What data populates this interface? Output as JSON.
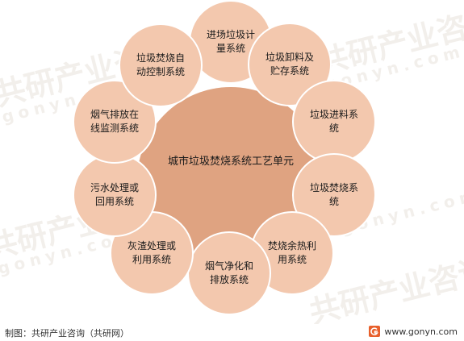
{
  "diagram": {
    "center_label": "城市垃圾焚烧系统工艺单元",
    "nodes": [
      "进场垃圾计量系统",
      "垃圾卸料及贮存系统",
      "垃圾进料系统",
      "垃圾焚烧系统",
      "焚烧余热利用系统",
      "烟气净化和排放系统",
      "灰渣处理或利用系统",
      "污水处理或回用系统",
      "烟气排放在线监测系统",
      "垃圾焚烧自动控制系统"
    ]
  },
  "footer": {
    "source": "制图：共研产业咨询（共研网）",
    "website": "www.gonyn.com",
    "logo_icon": "gonyn-logo-icon"
  },
  "watermark": {
    "cn": "共研产业咨询",
    "en": "gonyn.com"
  },
  "colors": {
    "center": "#dfa381",
    "node": "#f3c8ae"
  }
}
